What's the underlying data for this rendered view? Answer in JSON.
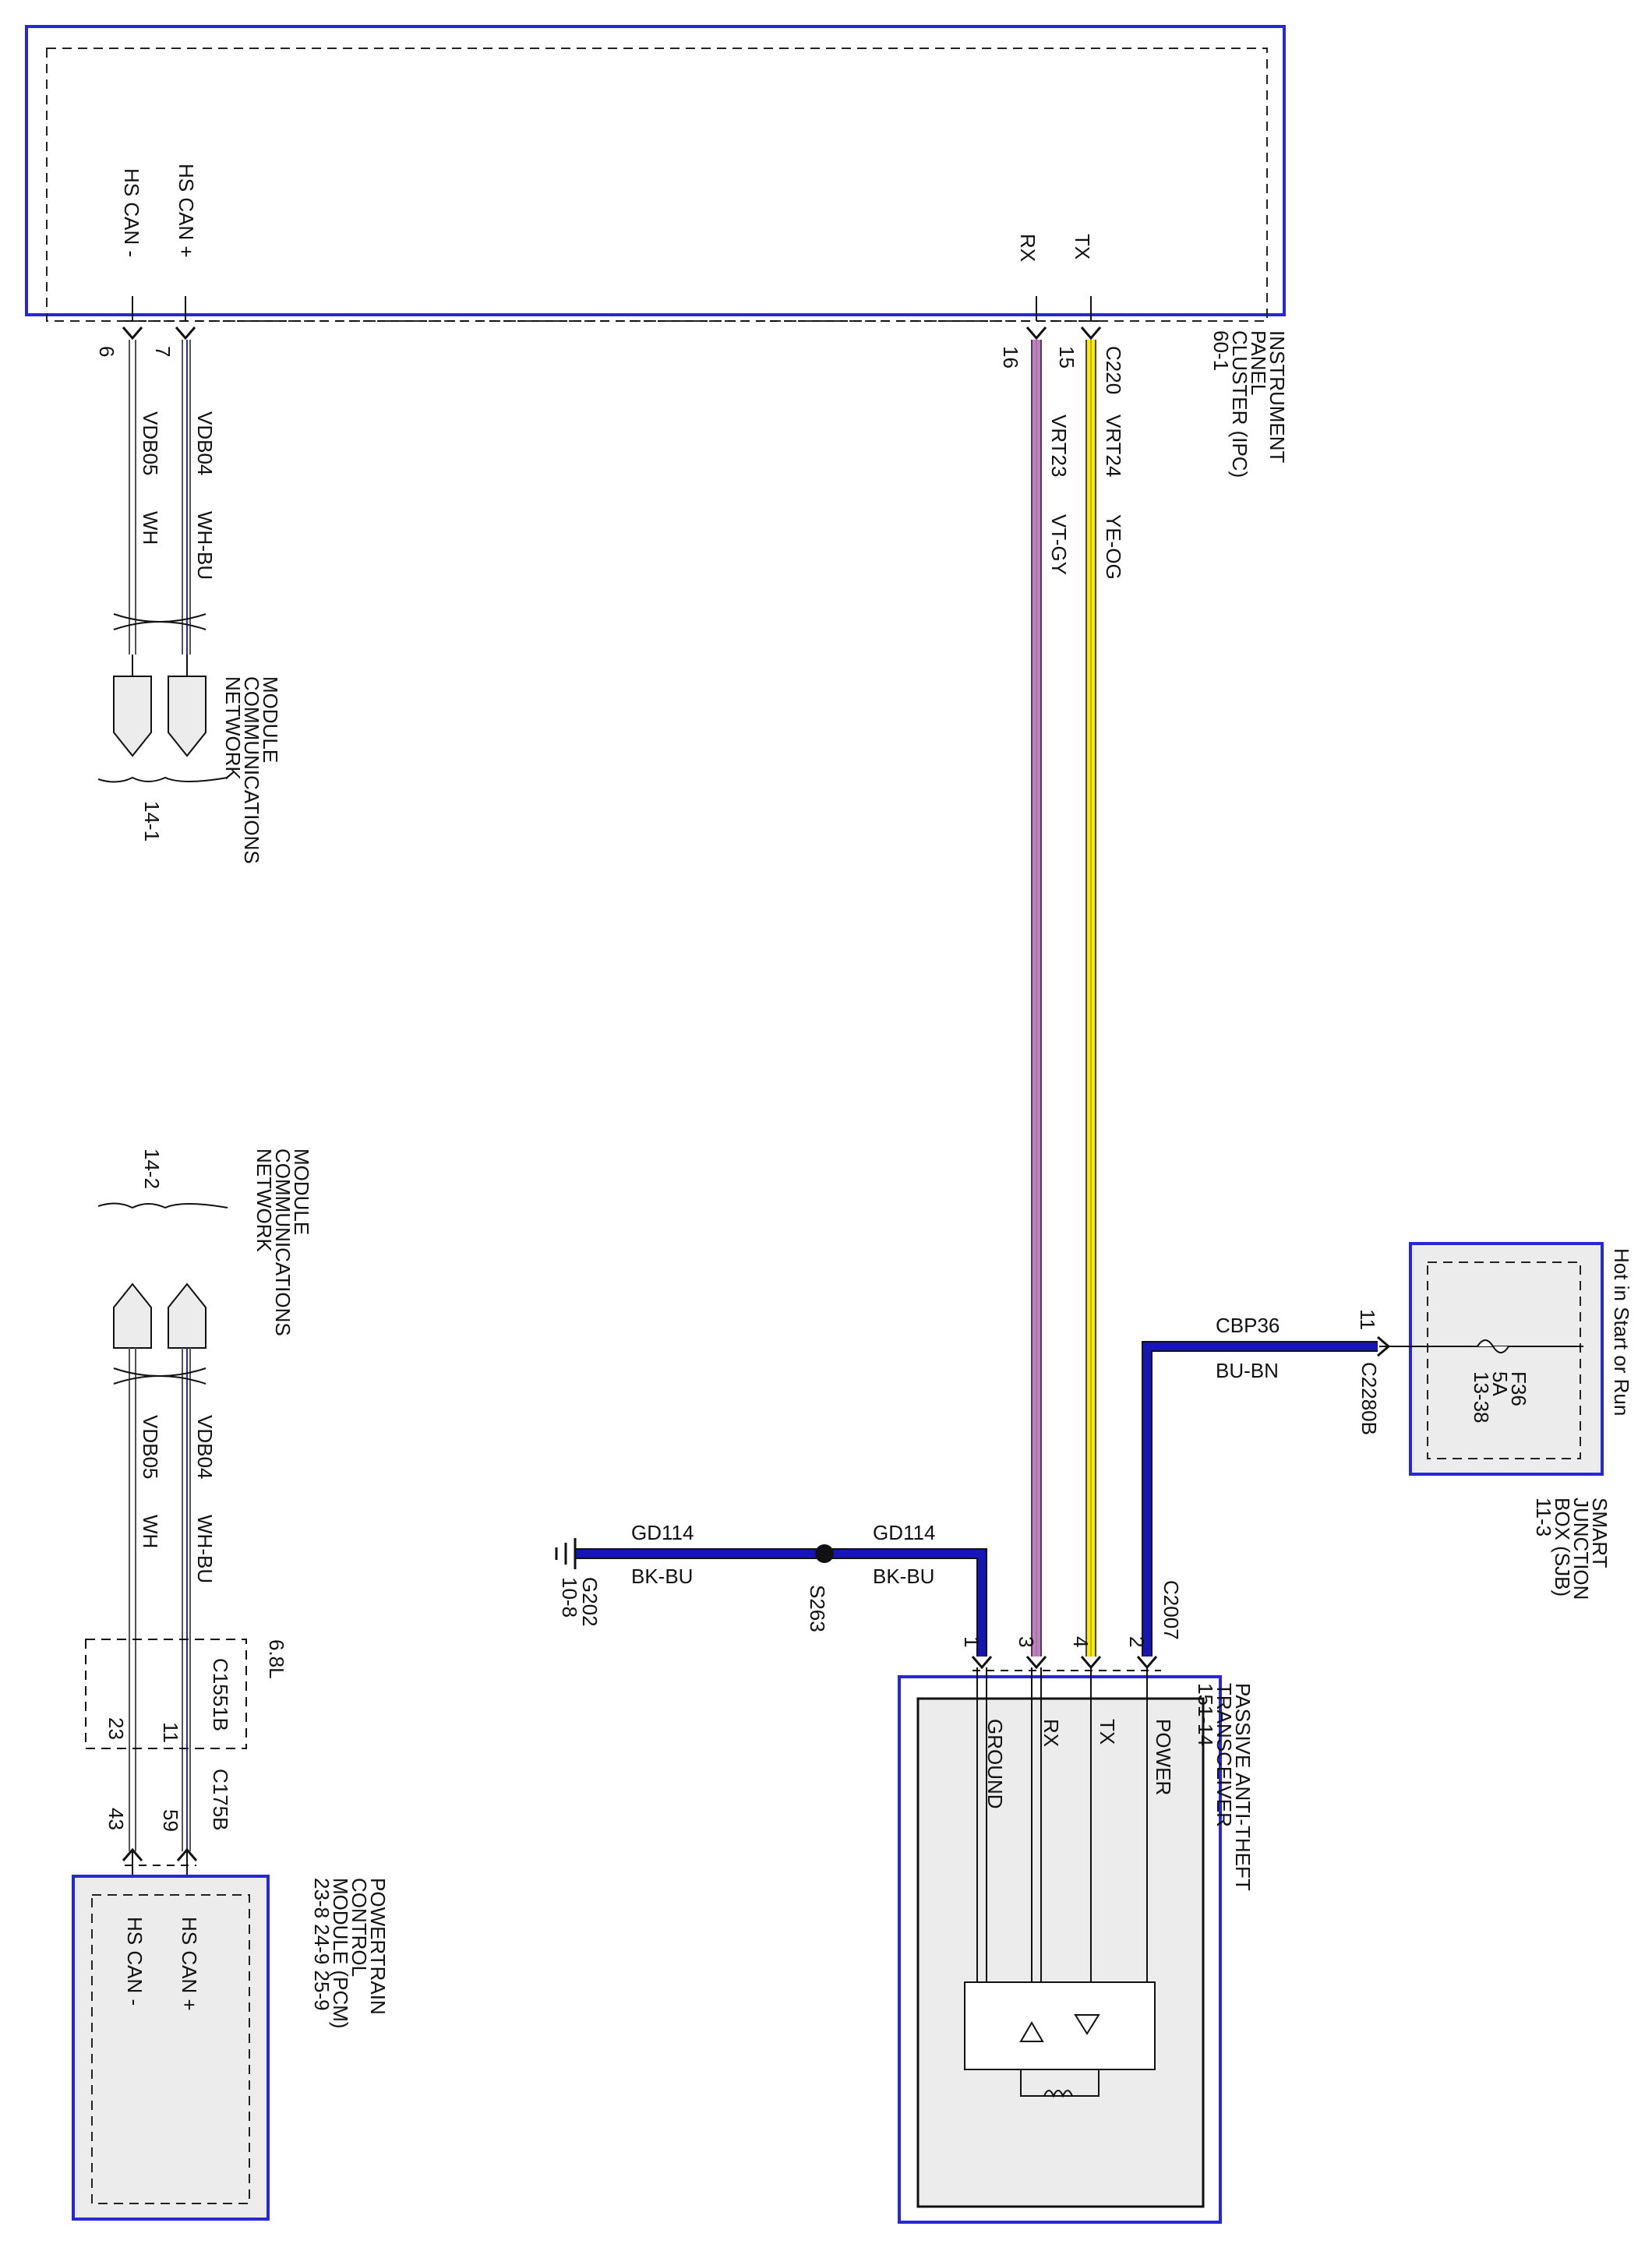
{
  "diagram": {
    "ipc": {
      "name_lines": [
        "INSTRUMENT",
        "PANEL",
        "CLUSTER (IPC)",
        "60-1"
      ],
      "pins": {
        "hs_can_plus": "HS CAN +",
        "hs_can_minus": "HS CAN -",
        "rx": "RX",
        "tx": "TX"
      },
      "connector": "C220",
      "pin_numbers": {
        "hs_can_minus": "6",
        "hs_can_plus": "7",
        "rx": "16",
        "tx": "15"
      }
    },
    "wires": {
      "vdb05": {
        "circuit": "VDB05",
        "color": "WH"
      },
      "vdb04": {
        "circuit": "VDB04",
        "color": "WH-BU"
      },
      "vrt23": {
        "circuit": "VRT23",
        "color": "VT-GY"
      },
      "vrt24": {
        "circuit": "VRT24",
        "color": "YE-OG"
      },
      "cbp36": {
        "circuit": "CBP36",
        "color": "BU-BN"
      },
      "gd114_left": {
        "circuit": "GD114",
        "color": "BK-BU"
      },
      "gd114_right": {
        "circuit": "GD114",
        "color": "BK-BU"
      }
    },
    "mcn_top": {
      "name_lines": [
        "MODULE",
        "COMMUNICATIONS",
        "NETWORK"
      ],
      "ref": "14-1"
    },
    "mcn_bottom": {
      "name_lines": [
        "MODULE",
        "COMMUNICATIONS",
        "NETWORK"
      ],
      "ref": "14-2"
    },
    "sjb": {
      "name_lines": [
        "SMART",
        "JUNCTION",
        "BOX (SJB)",
        "11-3"
      ],
      "hot_label": "Hot in Start or Run",
      "fuse_lines": [
        "F36",
        "5A",
        "13-38"
      ],
      "pin": "11",
      "connector": "C2280B"
    },
    "pats": {
      "name_lines": [
        "PASSIVE ANTI-THEFT",
        "TRANSCEIVER",
        "151-14"
      ],
      "connector": "C2007",
      "pins": {
        "ground": "GROUND",
        "rx": "RX",
        "tx": "TX",
        "power": "POWER"
      },
      "pin_numbers": {
        "ground": "1",
        "rx": "3",
        "tx": "4",
        "power": "2"
      }
    },
    "ground": {
      "splice": "S263",
      "ground_point": "G202",
      "ground_ref": "10-8"
    },
    "inline": {
      "engine": "6.8L",
      "connector": "C1551B",
      "pin_vdb05": "23",
      "pin_vdb04": "11"
    },
    "pcm": {
      "name_lines": [
        "POWERTRAIN",
        "CONTROL",
        "MODULE (PCM)",
        "23-8   24-9   25-9"
      ],
      "connector": "C175B",
      "pins": {
        "hs_can_plus": "HS CAN +",
        "hs_can_minus": "HS CAN -"
      },
      "pin_numbers": {
        "hs_can_minus": "43",
        "hs_can_plus": "59"
      }
    },
    "colors": {
      "frame_blue": "#2727d6",
      "wire_violet": "#cc77cc",
      "wire_yellow": "#f2ef00",
      "wire_blue": "#1515b8",
      "component_fill": "#ececec"
    }
  }
}
